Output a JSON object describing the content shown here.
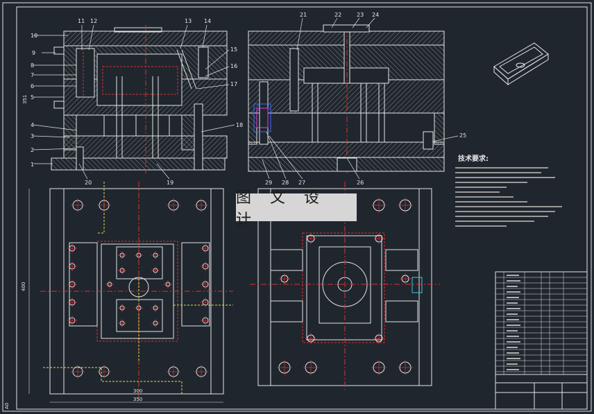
{
  "drawing": {
    "watermark": "图 文 设 计",
    "tech_requirements_title": "技术要求:",
    "part_numbers_left": [
      "1",
      "2",
      "3",
      "4",
      "5",
      "6",
      "7",
      "8",
      "9",
      "10"
    ],
    "part_numbers_top_left": [
      "11",
      "12",
      "13",
      "14"
    ],
    "part_numbers_right_mid": [
      "15",
      "16",
      "17",
      "18"
    ],
    "part_numbers_bottom_left": [
      "20",
      "19"
    ],
    "part_numbers_top_right": [
      "21",
      "22",
      "23",
      "24"
    ],
    "part_numbers_bottom_right": [
      "29",
      "28",
      "27",
      "26"
    ],
    "part_number_far_right": "25",
    "dim_width_inner": "300",
    "dim_width_outer": "350",
    "dim_height": "400",
    "dim_side": "351",
    "corner_label": "A0"
  },
  "colors": {
    "background": "#1f262e",
    "line_white": "#e6e6e6",
    "hatch": "#8a8a8a",
    "red": "#e03030",
    "yellow": "#e8e040",
    "magenta": "#e040e0",
    "cyan": "#40c8e8",
    "blue": "#3c6cff"
  }
}
